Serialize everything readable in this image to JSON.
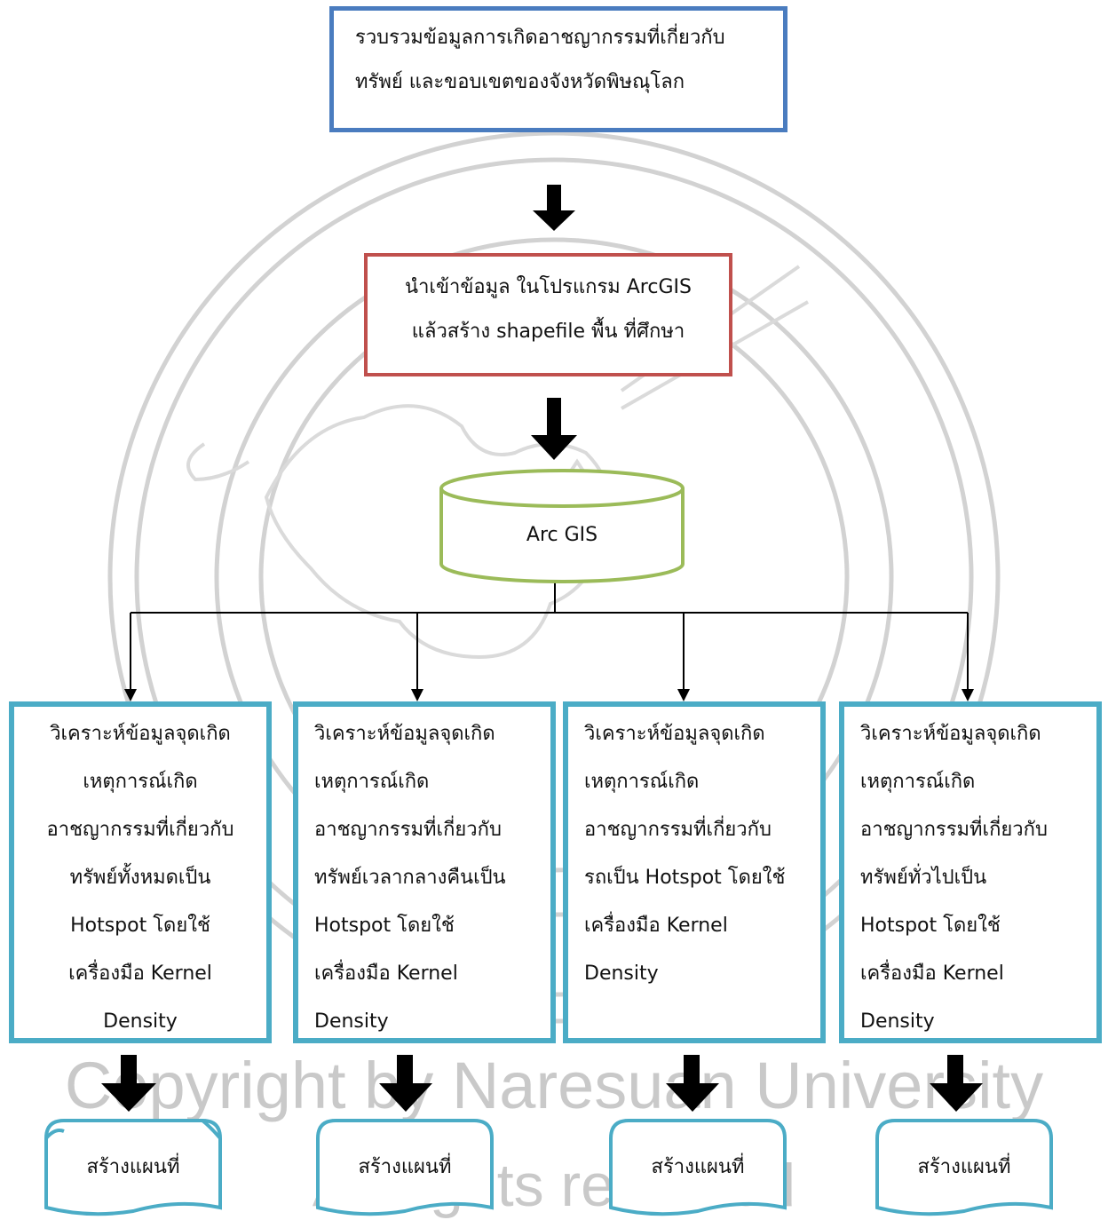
{
  "watermark": {
    "line1": "Copyright by Naresuan University",
    "line2": "All rights reserved"
  },
  "step1": {
    "lines": [
      "รวบรวมข้อมูลการเกิดอาชญากรรมที่เกี่ยวกับ",
      "ทรัพย์ และขอบเขตของจังหวัดพิษณุโลก"
    ]
  },
  "step2": {
    "lines": [
      "นำเข้าข้อมูล ในโปรแกรม ArcGIS",
      "แล้วสร้าง shapefile พื้น ที่ศึกษา"
    ]
  },
  "database": {
    "label": "Arc GIS"
  },
  "analyses": [
    {
      "lines": [
        "วิเคราะห์ข้อมูลจุดเกิด",
        "เหตุการณ์เกิด",
        "อาชญากรรมที่เกี่ยวกับ",
        "ทรัพย์ทั้งหมดเป็น",
        "Hotspot โดยใช้",
        "เครื่องมือ Kernel",
        "Density"
      ]
    },
    {
      "lines": [
        "วิเคราะห์ข้อมูลจุดเกิด",
        "เหตุการณ์เกิด",
        "อาชญากรรมที่เกี่ยวกับ",
        "ทรัพย์เวลากลางคืนเป็น",
        "Hotspot โดยใช้",
        "เครื่องมือ Kernel",
        "Density"
      ]
    },
    {
      "lines": [
        "วิเคราะห์ข้อมูลจุดเกิด",
        "เหตุการณ์เกิด",
        "อาชญากรรมที่เกี่ยวกับ",
        "รถเป็น Hotspot โดยใช้",
        "เครื่องมือ Kernel",
        "Density"
      ]
    },
    {
      "lines": [
        "วิเคราะห์ข้อมูลจุดเกิด",
        "เหตุการณ์เกิด",
        "อาชญากรรมที่เกี่ยวกับ",
        "ทรัพย์ทั่วไปเป็น",
        "Hotspot โดยใช้",
        "เครื่องมือ Kernel",
        "Density"
      ]
    }
  ],
  "outputs": [
    {
      "label": "สร้างแผนที่"
    },
    {
      "label": "สร้างแผนที่"
    },
    {
      "label": "สร้างแผนที่"
    },
    {
      "label": "สร้างแผนที่"
    }
  ],
  "colors": {
    "step1_border": "#4a7cbf",
    "step2_border": "#c0504d",
    "database_border": "#9bbb59",
    "analysis_border": "#4bacc6",
    "output_border": "#4bacc6",
    "arrow": "#000000",
    "watermark": "#c9c9c9"
  }
}
